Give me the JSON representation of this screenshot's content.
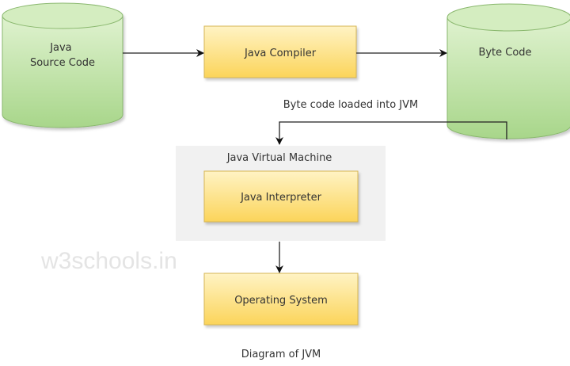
{
  "nodes": {
    "source_code": {
      "line1": "Java",
      "line2": "Source Code"
    },
    "compiler": {
      "label": "Java Compiler"
    },
    "byte_code": {
      "label": "Byte Code"
    },
    "jvm": {
      "label": "Java Virtual Machine"
    },
    "interpreter": {
      "label": "Java Interpreter"
    },
    "os": {
      "label": "Operating System"
    }
  },
  "edges": {
    "bytecode_to_jvm": {
      "label": "Byte code loaded into JVM"
    }
  },
  "watermark": "w3schools.in",
  "caption": "Diagram of JVM",
  "colors": {
    "cylinder_fill": "#b5dd9a",
    "cylinder_stroke": "#8ab86e",
    "box_fill": "#fcd96a",
    "box_stroke": "#d6b656",
    "container_fill": "#f1f1f1"
  }
}
